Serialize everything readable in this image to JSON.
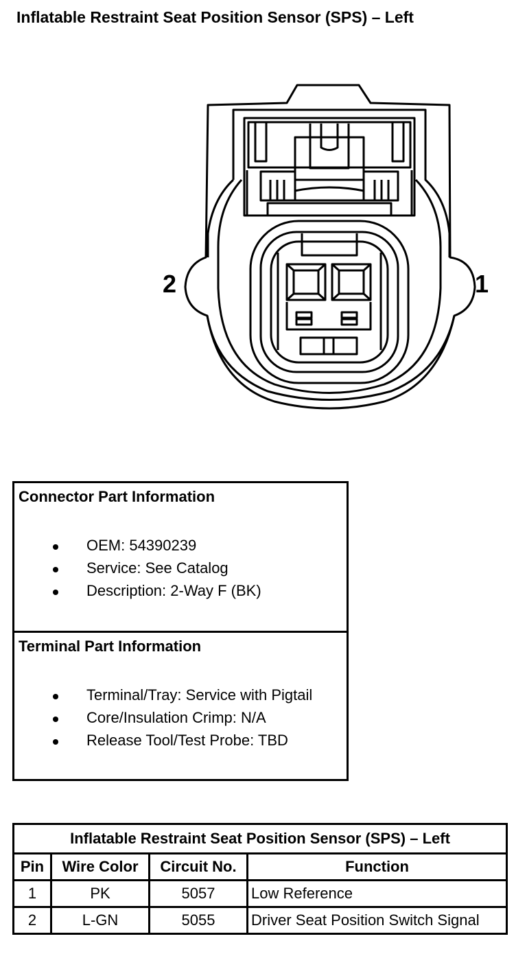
{
  "title": "Inflatable Restraint Seat Position Sensor (SPS) – Left",
  "connector": {
    "pin_labels": [
      "2",
      "1"
    ]
  },
  "connector_info": {
    "heading": "Connector Part Information",
    "items": [
      "OEM: 54390239",
      "Service: See Catalog",
      "Description: 2-Way F (BK)"
    ]
  },
  "terminal_info": {
    "heading": "Terminal Part Information",
    "items": [
      "Terminal/Tray: Service with Pigtail",
      "Core/Insulation Crimp: N/A",
      "Release Tool/Test Probe: TBD"
    ]
  },
  "pin_table": {
    "title": "Inflatable Restraint Seat Position Sensor (SPS) – Left",
    "headers": [
      "Pin",
      "Wire Color",
      "Circuit No.",
      "Function"
    ],
    "rows": [
      [
        "1",
        "PK",
        "5057",
        "Low Reference"
      ],
      [
        "2",
        "L-GN",
        "5055",
        "Driver Seat Position Switch Signal"
      ]
    ]
  }
}
